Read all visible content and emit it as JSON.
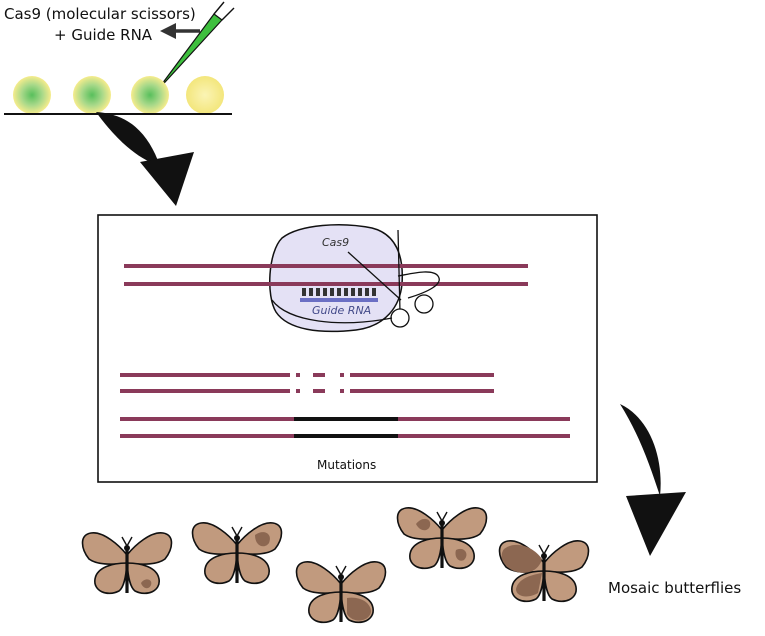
{
  "labels": {
    "injection_line1": "Cas9 (molecular scissors)",
    "injection_line2": "+ Guide RNA",
    "cas9": "Cas9",
    "guide_rna": "Guide RNA",
    "mutations": "Mutations",
    "mosaic": "Mosaic butterflies"
  },
  "colors": {
    "dna_strand": "#8a3a5a",
    "cas9_fill": "#e4e1f5",
    "guide_rna": "#6b6fc4",
    "egg_yellow": "#f6ec8c",
    "egg_green": "#56bf5a",
    "needle": "#3ebf3e",
    "butterfly_wing": "#c19a7e",
    "butterfly_patch": "#8c6751",
    "arrow": "#111111"
  },
  "icons": {
    "needle": "needle-icon",
    "arrow": "curved-arrow-icon",
    "scissors": "scissors-icon",
    "butterfly": "butterfly-icon"
  }
}
